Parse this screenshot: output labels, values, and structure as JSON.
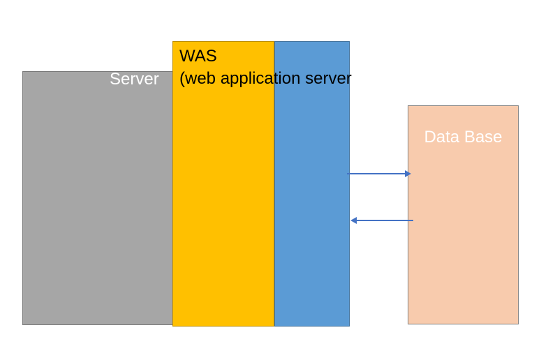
{
  "diagram": {
    "title": "server-architecture-diagram",
    "shapes": {
      "server": {
        "label": "Server",
        "fill": "#a6a6a6",
        "border": "#787878",
        "text_color": "#ffffff"
      },
      "was": {
        "label_line1": "WAS",
        "label_line2": "(web application server",
        "fill": "#ffc000",
        "border": "#bc8c00",
        "text_color": "#000000"
      },
      "web_column": {
        "fill": "#5b9bd5",
        "border": "#41719c"
      },
      "database": {
        "label": "Data Base",
        "fill": "#f8cbad",
        "border": "#7f7f7f",
        "text_color": "#ffffff"
      }
    },
    "arrows": {
      "color": "#4472c4",
      "items": [
        {
          "name": "request-to-database",
          "direction": "right"
        },
        {
          "name": "response-from-database",
          "direction": "left"
        }
      ]
    }
  }
}
